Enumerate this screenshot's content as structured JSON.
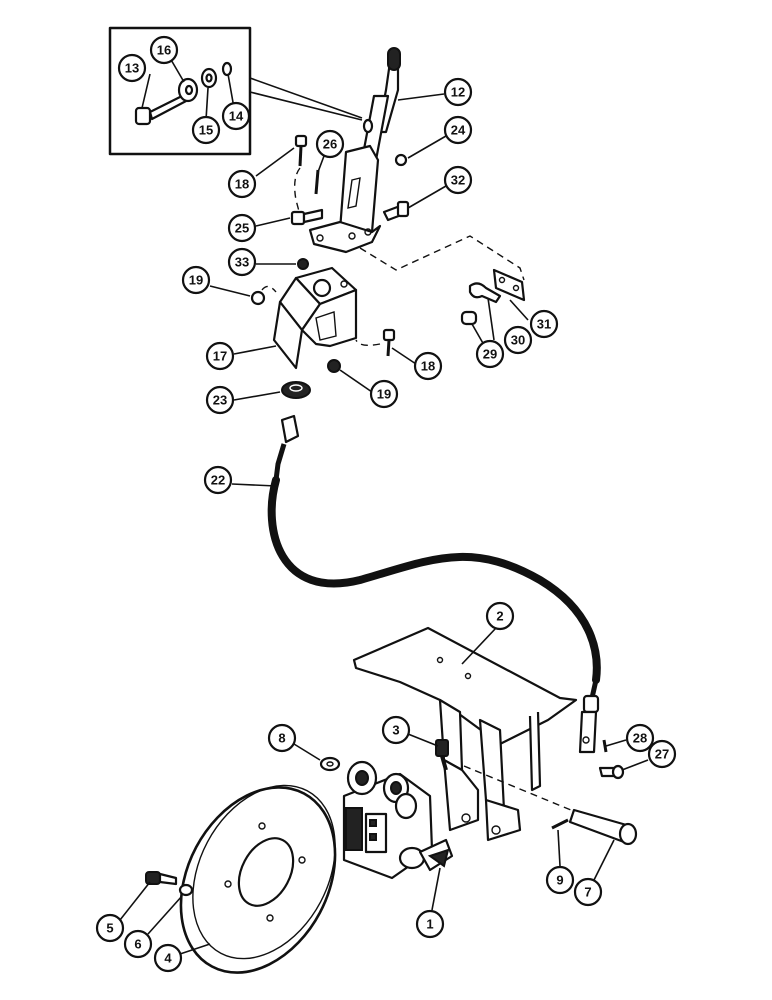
{
  "callouts": [
    {
      "id": "c1",
      "label": "1"
    },
    {
      "id": "c2",
      "label": "2"
    },
    {
      "id": "c3",
      "label": "3"
    },
    {
      "id": "c4",
      "label": "4"
    },
    {
      "id": "c5",
      "label": "5"
    },
    {
      "id": "c6",
      "label": "6"
    },
    {
      "id": "c7",
      "label": "7"
    },
    {
      "id": "c8",
      "label": "8"
    },
    {
      "id": "c9",
      "label": "9"
    },
    {
      "id": "c12",
      "label": "12"
    },
    {
      "id": "c13",
      "label": "13"
    },
    {
      "id": "c14",
      "label": "14"
    },
    {
      "id": "c15",
      "label": "15"
    },
    {
      "id": "c16",
      "label": "16"
    },
    {
      "id": "c17",
      "label": "17"
    },
    {
      "id": "c18a",
      "label": "18"
    },
    {
      "id": "c18b",
      "label": "18"
    },
    {
      "id": "c19a",
      "label": "19"
    },
    {
      "id": "c19b",
      "label": "19"
    },
    {
      "id": "c22",
      "label": "22"
    },
    {
      "id": "c23",
      "label": "23"
    },
    {
      "id": "c24",
      "label": "24"
    },
    {
      "id": "c25",
      "label": "25"
    },
    {
      "id": "c26",
      "label": "26"
    },
    {
      "id": "c27",
      "label": "27"
    },
    {
      "id": "c28",
      "label": "28"
    },
    {
      "id": "c29",
      "label": "29"
    },
    {
      "id": "c30",
      "label": "30"
    },
    {
      "id": "c31",
      "label": "31"
    },
    {
      "id": "c32",
      "label": "32"
    },
    {
      "id": "c33",
      "label": "33"
    }
  ]
}
